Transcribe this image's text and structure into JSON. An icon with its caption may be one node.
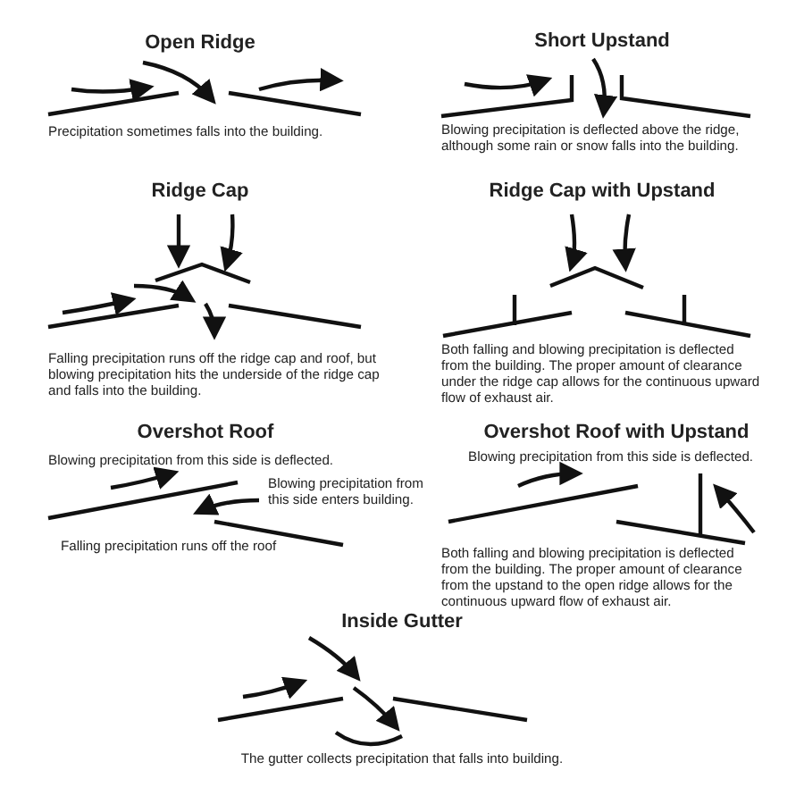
{
  "diagram": {
    "labels": [
      "Open Ridge",
      "Short Upstand",
      "Precipitation sometimes falls into the building.",
      "Blowing precipitation is deflected above the ridge, although some rain or snow falls into the building.",
      "Ridge Cap",
      "Ridge Cap with Upstand",
      "Falling precipitation runs off the ridge cap and roof, but blowing precipitation hits the underside of the ridge cap and falls into the building.",
      "Both falling and blowing precipitation is deflected from the building. The proper amount of clearance under the ridge cap allows for the continuous upward flow of exhaust air.",
      "Overshot Roof",
      "Overshot Roof with Upstand",
      "Blowing precipitation from this side is deflected.",
      "Blowing precipitation from this side is deflected.",
      "Blowing precipitation from this side enters building.",
      "Falling precipitation runs off the roof",
      "Both falling and blowing precipitation is deflected from the building. The proper amount of clearance from the upstand to the open ridge allows for the continuous upward flow of exhaust air.",
      "Inside Gutter",
      "The gutter collects precipitation that falls into building."
    ]
  }
}
